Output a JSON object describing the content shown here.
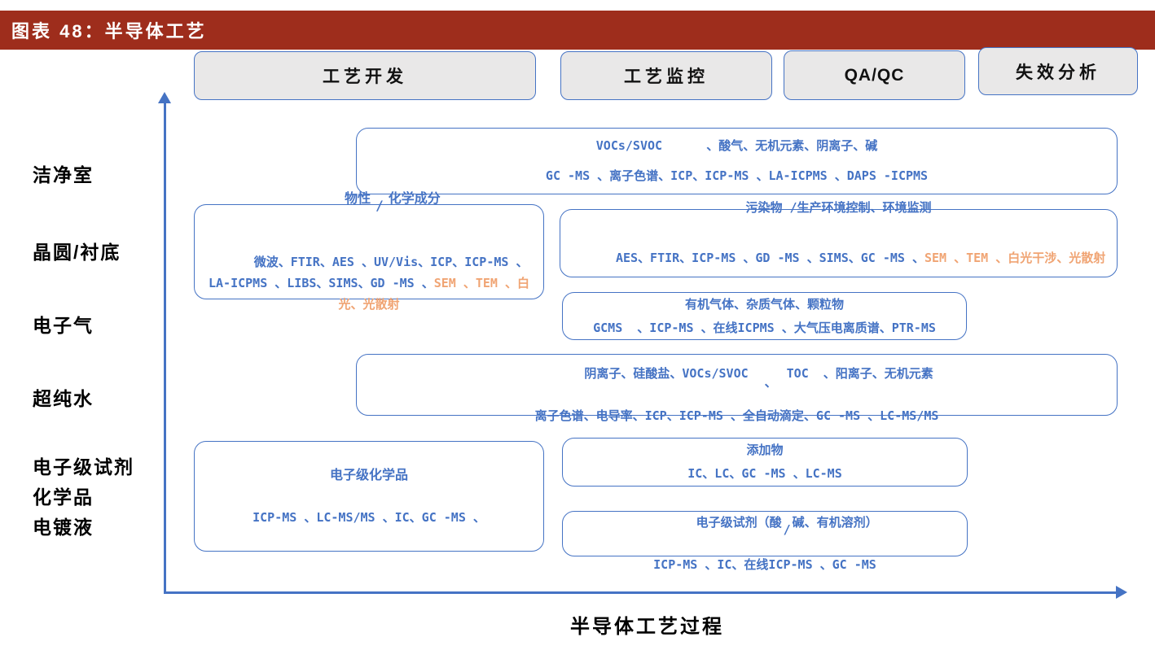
{
  "header": {
    "title": "图表 48：半导体工艺"
  },
  "colors": {
    "header_red": "#9E2D1C",
    "accent_blue": "#4573C4",
    "highlight_orange": "#F0A473",
    "stage_gray": "#E9E8E8"
  },
  "stage_columns": [
    {
      "label": "工艺开发"
    },
    {
      "label": "工艺监控"
    },
    {
      "label": "QA/QC"
    },
    {
      "label": "失效分析"
    }
  ],
  "y_axis": {
    "rows": [
      "洁净室",
      "晶圆/衬底",
      "电子气",
      "超纯水"
    ],
    "group_lines": [
      "电子级试剂",
      "化学品",
      "电镀液"
    ]
  },
  "x_axis": {
    "label": "半导体工艺过程"
  },
  "boxes": {
    "cleanroom": {
      "analytes": "VOCs/SVOC      、酸气、无机元素、阴离子、碱",
      "methods": "GC -MS 、离子色谱、ICP、ICP-MS 、LA-ICPMS 、DAPS -ICPMS"
    },
    "wafer_dev": {
      "title_pre": "物性",
      "title_slash": "/",
      "title_post": "化学成分",
      "methods_blue": "微波、FTIR、AES 、UV/Vis、ICP、ICP-MS 、LA-ICPMS 、LIBS、SIMS、GD -MS 、",
      "methods_orange": "SEM 、TEM 、白光、光散射"
    },
    "wafer_mon": {
      "title": "污染物 /生产环境控制、环境监测",
      "methods_blue": "AES、FTIR、ICP-MS 、GD -MS 、SIMS、GC -MS 、",
      "methods_orange": "SEM 、TEM 、白光干涉、光散射"
    },
    "gas": {
      "title": "有机气体、杂质气体、颗粒物",
      "methods": "GCMS  、ICP-MS 、在线ICPMS 、大气压电离质谱、PTR-MS"
    },
    "upw": {
      "analytes_pre": "阴离子、硅酸盐、VOCs/SVOC",
      "analytes_drop": "、",
      "analytes_post": "TOC  、阳离子、无机元素",
      "methods": "离子色谱、电导率、ICP、ICP-MS 、全自动滴定、GC -MS 、LC-MS/MS"
    },
    "chem": {
      "title": "电子级化学品",
      "methods": "ICP-MS 、LC-MS/MS 、IC、GC -MS 、"
    },
    "additives": {
      "title": "添加物",
      "methods": "IC、LC、GC -MS 、LC-MS"
    },
    "reagents": {
      "title_pre": "电子级试剂（酸",
      "title_slash": "/",
      "title_post": "碱、有机溶剂）",
      "methods": "ICP-MS 、IC、在线ICP-MS 、GC -MS"
    }
  }
}
